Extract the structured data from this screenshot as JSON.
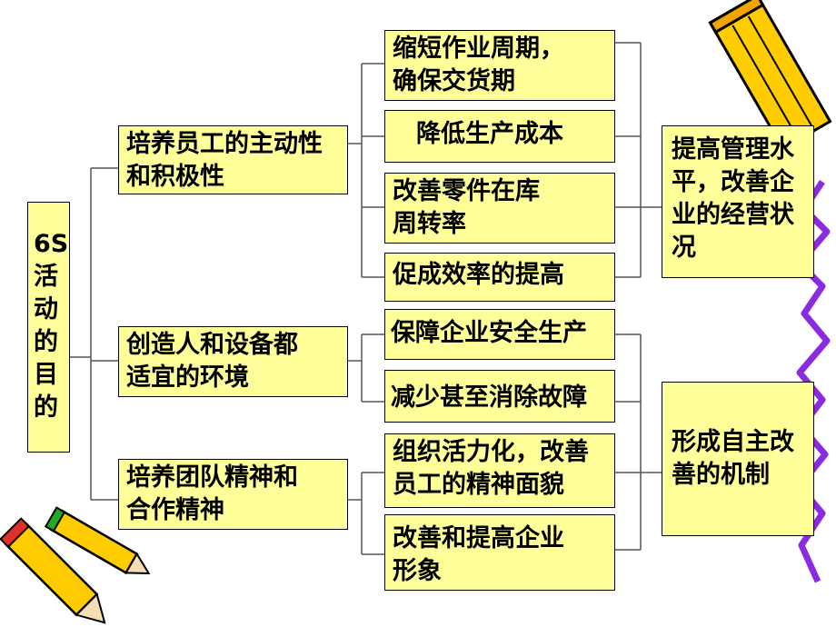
{
  "root": {
    "lines": [
      "6S",
      "活",
      "动",
      "的",
      "目",
      "的"
    ]
  },
  "mid": [
    {
      "lines": [
        "培养员工的主动性",
        "和积极性"
      ]
    },
    {
      "lines": [
        "创造人和设备都",
        "适宜的环境"
      ]
    },
    {
      "lines": [
        "培养团队精神和",
        "合作精神"
      ]
    }
  ],
  "leaves": [
    {
      "lines": [
        "缩短作业周期，",
        "确保交货期"
      ]
    },
    {
      "lines": [
        "降低生产成本"
      ]
    },
    {
      "lines": [
        "改善零件在库",
        "周转率"
      ]
    },
    {
      "lines": [
        "促成效率的提高"
      ]
    },
    {
      "lines": [
        "保障企业安全生产"
      ]
    },
    {
      "lines": [
        "减少甚至消除故障"
      ]
    },
    {
      "lines": [
        "组织活力化，改善",
        "员工的精神面貌"
      ]
    },
    {
      "lines": [
        "改善和提高企业",
        "形象"
      ]
    }
  ],
  "outcomes": [
    {
      "lines": [
        "提高管理水",
        "平，改善企",
        "业的经营状",
        "况"
      ]
    },
    {
      "lines": [
        "形成自主改",
        "善的机制"
      ]
    }
  ],
  "colors": {
    "box_fill": "#ffff99",
    "line": "#555555",
    "pencil_body": "#ffcc00",
    "ribbon": "#8a2be2"
  },
  "decorations": {
    "pencils": [
      "pencil-icon",
      "pencil-icon",
      "pencil-icon"
    ],
    "ribbon": "squiggle-ribbon"
  }
}
